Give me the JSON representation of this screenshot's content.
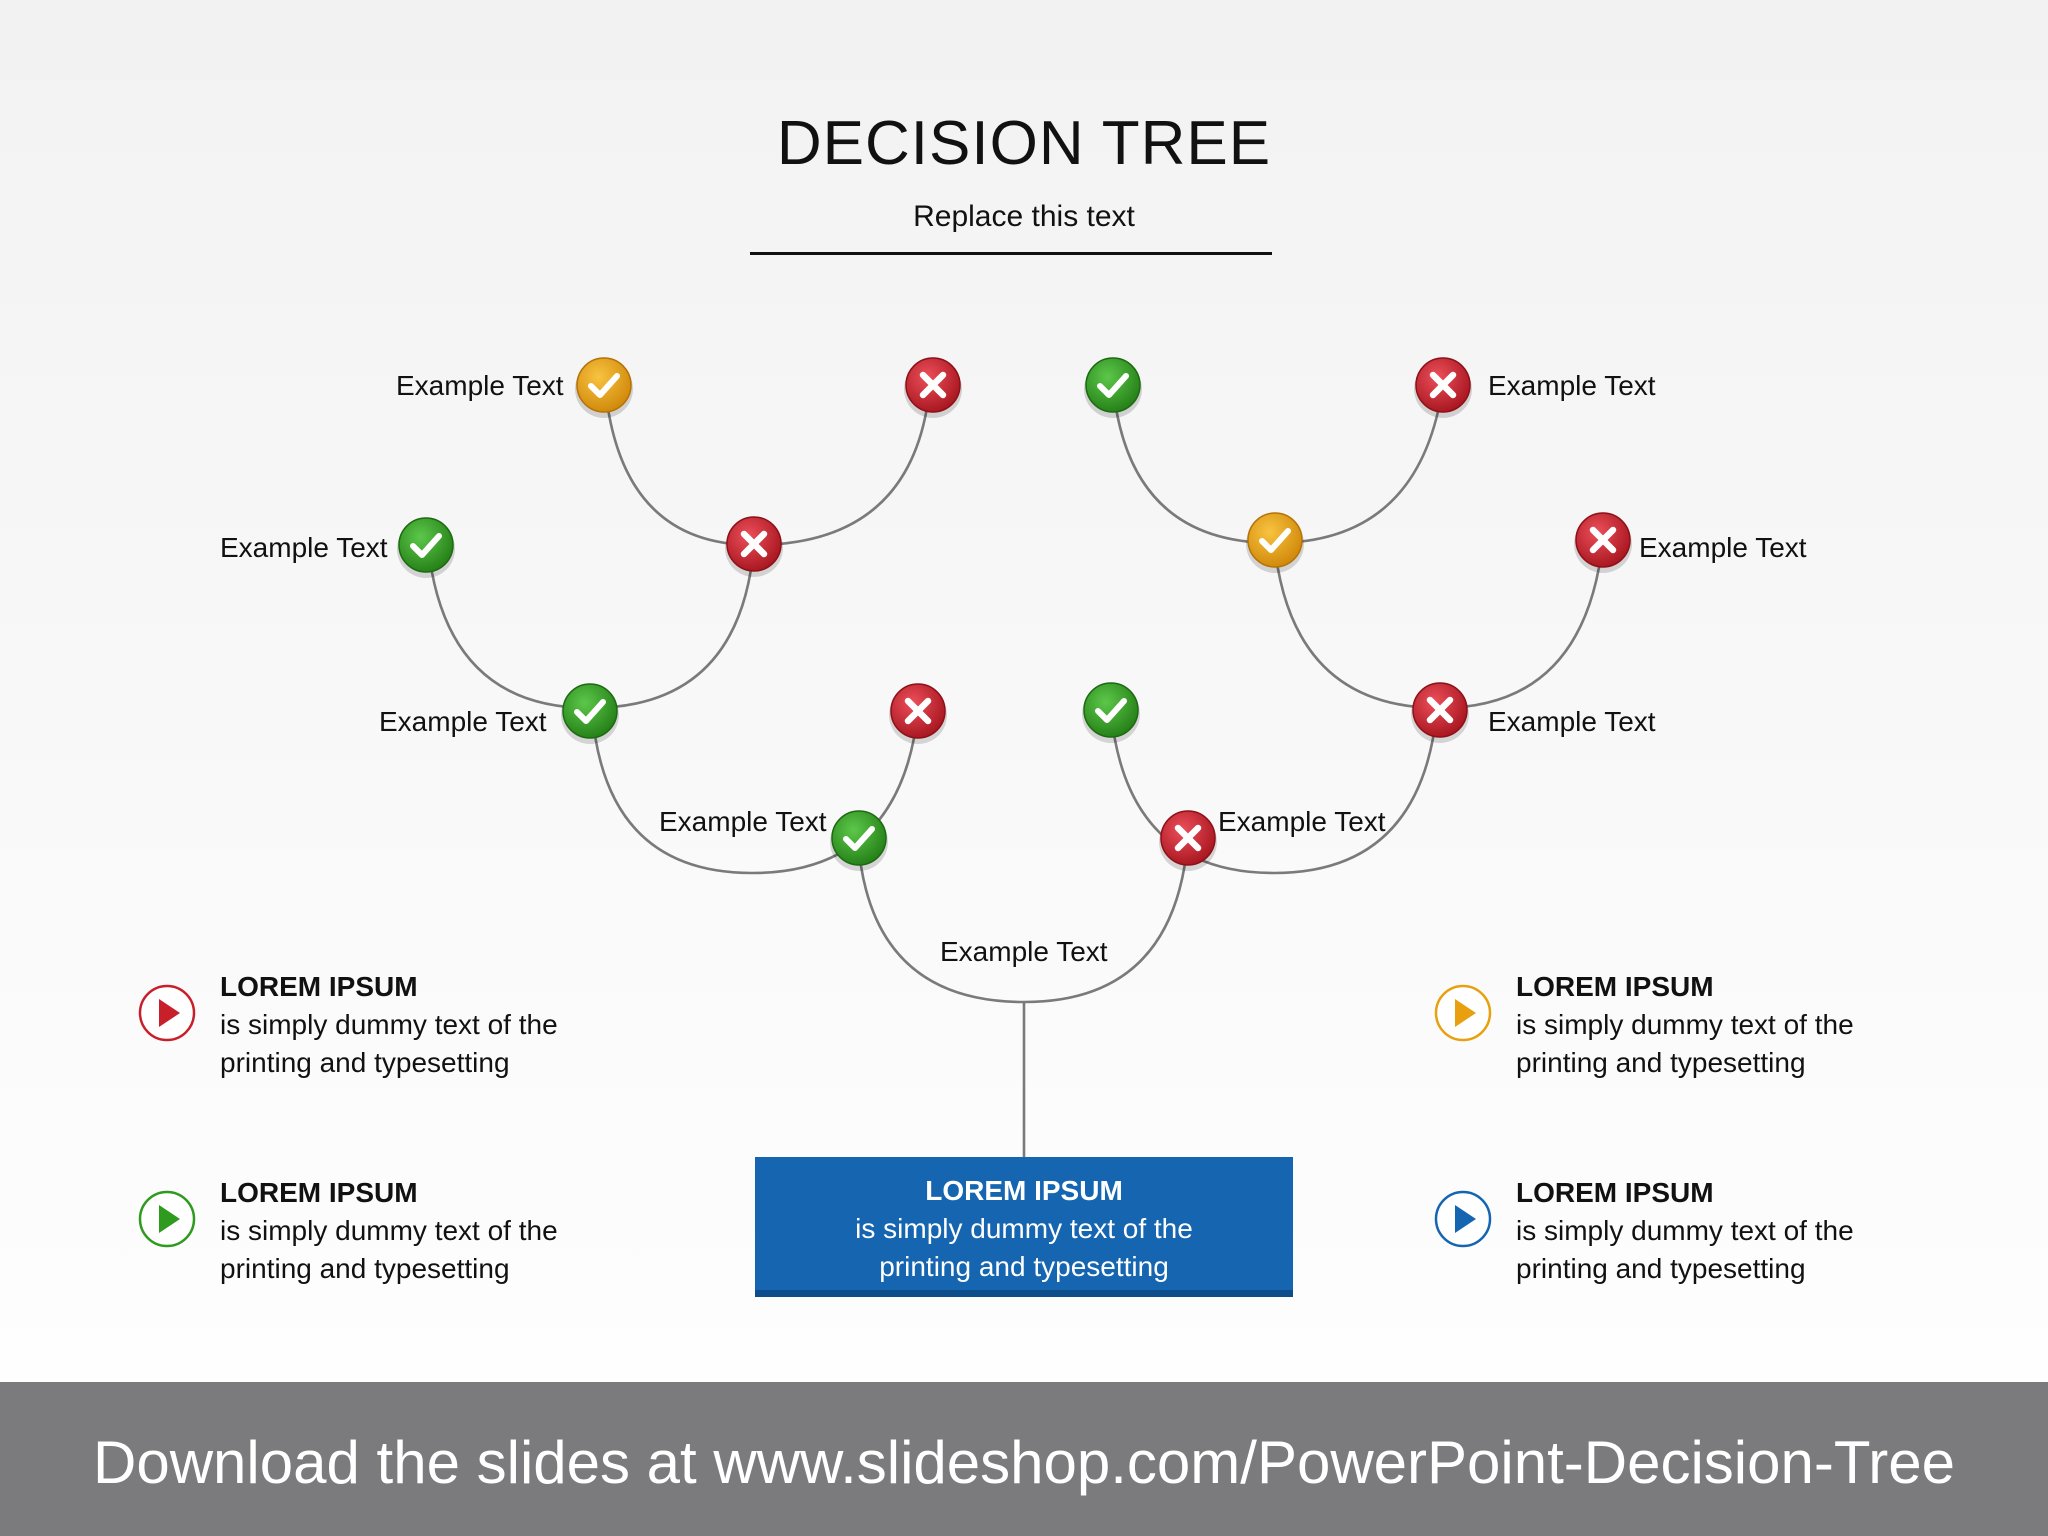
{
  "title": "DECISION TREE",
  "subtitle": "Replace this text",
  "colors": {
    "green": "#2e9a1e",
    "red": "#c8202b",
    "orange": "#e8a010",
    "blue": "#1565b0",
    "connector": "#7a7a7a",
    "footer_bg": "#7b7b7d"
  },
  "tree": {
    "root_label": "Example Text",
    "node_labels": {
      "top_left_check": "Example Text",
      "left_mid_check": "Example Text",
      "left_low_check": "Example Text",
      "left_inner_check": "Example Text",
      "right_top_cross": "Example Text",
      "right_mid_cross": "Example Text",
      "right_low_cross": "Example Text",
      "right_inner_cross": "Example Text"
    },
    "nodes": [
      {
        "id": "root-left-branch",
        "status": "check",
        "color": "green"
      },
      {
        "id": "root-right-branch",
        "status": "cross",
        "color": "red"
      },
      {
        "id": "left-low",
        "status": "check",
        "color": "green"
      },
      {
        "id": "left-low-sibling",
        "status": "cross",
        "color": "red"
      },
      {
        "id": "left-mid",
        "status": "check",
        "color": "green"
      },
      {
        "id": "left-mid-sibling",
        "status": "cross",
        "color": "red"
      },
      {
        "id": "left-top",
        "status": "check",
        "color": "orange"
      },
      {
        "id": "left-top-sibling",
        "status": "cross",
        "color": "red"
      },
      {
        "id": "right-low",
        "status": "check",
        "color": "green"
      },
      {
        "id": "right-low-sibling",
        "status": "cross",
        "color": "red"
      },
      {
        "id": "right-mid",
        "status": "check",
        "color": "orange"
      },
      {
        "id": "right-mid-sibling",
        "status": "cross",
        "color": "red"
      },
      {
        "id": "right-top",
        "status": "check",
        "color": "green"
      },
      {
        "id": "right-top-sibling",
        "status": "cross",
        "color": "red"
      }
    ]
  },
  "center_box": {
    "title": "LOREM IPSUM",
    "line1": "is simply dummy text of the",
    "line2": "printing and typesetting"
  },
  "legend": [
    {
      "icon": "play-icon-red",
      "color": "#c8202b",
      "title": "LOREM IPSUM",
      "line1": "is simply dummy text of the",
      "line2": "printing and typesetting"
    },
    {
      "icon": "play-icon-green",
      "color": "#2e9a1e",
      "title": "LOREM IPSUM",
      "line1": "is simply dummy text of the",
      "line2": "printing and typesetting"
    },
    {
      "icon": "play-icon-orange",
      "color": "#e8a010",
      "title": "LOREM IPSUM",
      "line1": "is simply dummy text of the",
      "line2": "printing and typesetting"
    },
    {
      "icon": "play-icon-blue",
      "color": "#1565b0",
      "title": "LOREM IPSUM",
      "line1": "is simply dummy text of the",
      "line2": "printing and typesetting"
    }
  ],
  "footer": "Download the slides at www.slideshop.com/PowerPoint-Decision-Tree"
}
